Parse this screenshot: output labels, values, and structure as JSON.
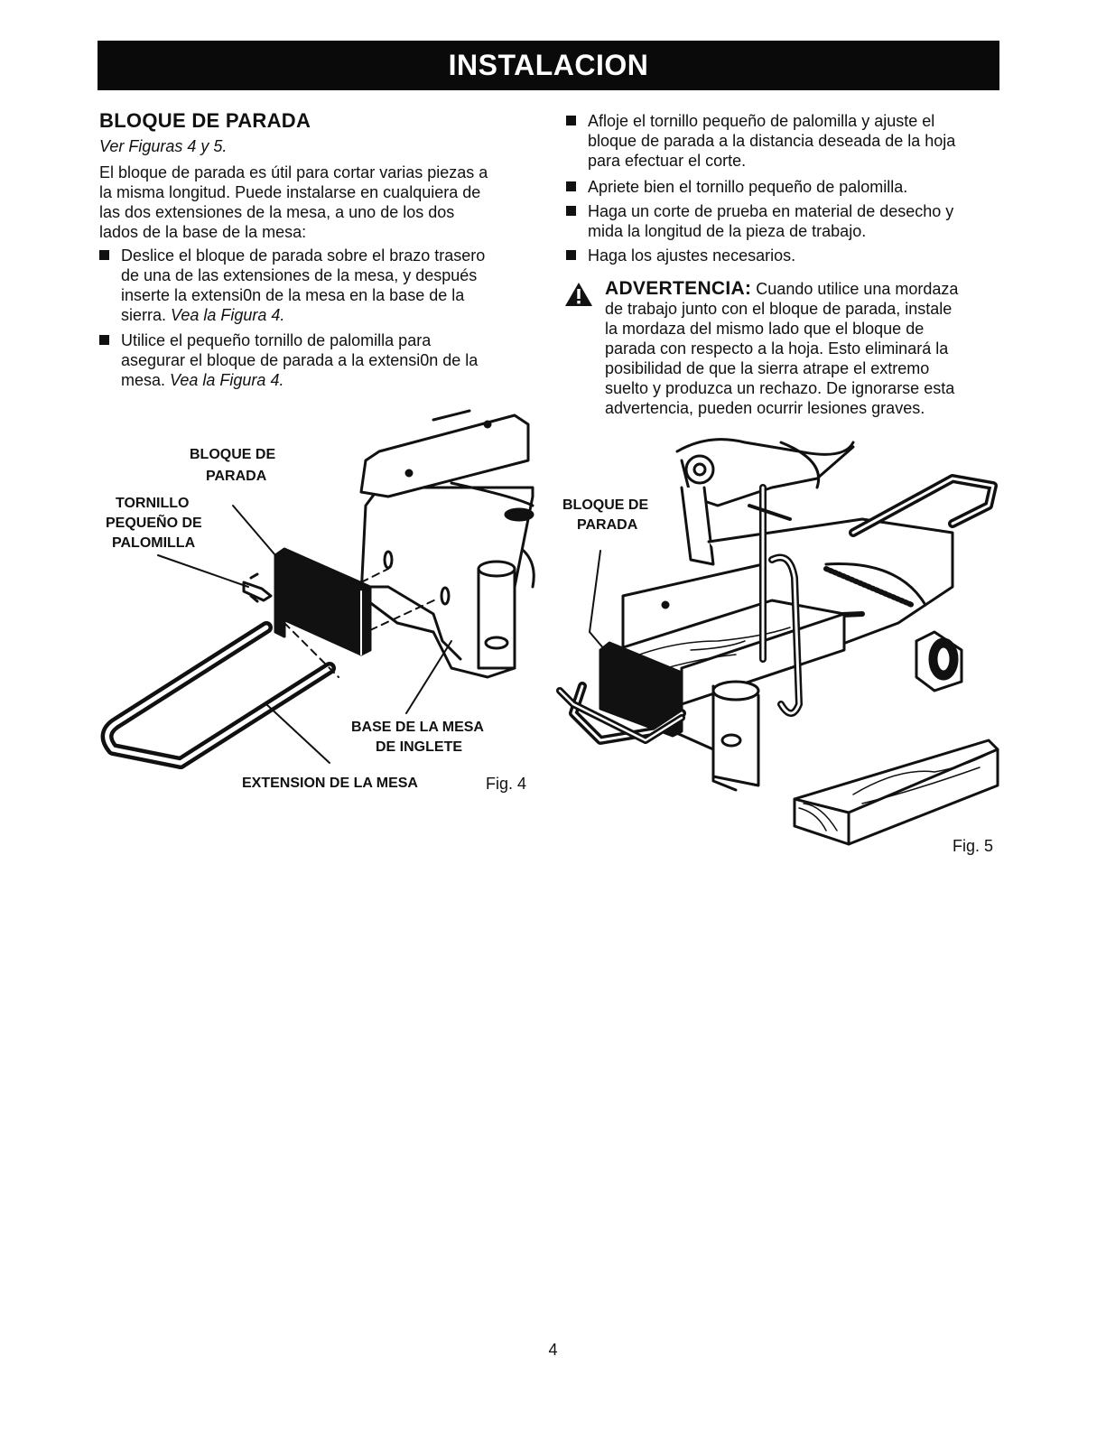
{
  "header": {
    "title": "INSTALACION"
  },
  "left": {
    "heading": "BLOQUE DE PARADA",
    "subheading": "Ver Figuras 4 y 5.",
    "intro": [
      "El bloque de parada es útil para cortar varias piezas a",
      "la misma longitud. Puede instalarse en cualquiera de",
      "las dos extensiones de la mesa, a uno de los dos",
      "lados de la base de la mesa:"
    ],
    "bullet1": [
      "Deslice el bloque de parada sobre el brazo trasero",
      "de una de las extensiones de la mesa, y después",
      "inserte la extensi0n de la mesa en la base de la"
    ],
    "bullet1_end": "sierra.",
    "bullet1_ref": "Vea la Figura 4.",
    "bullet2": [
      "Utilice el pequeño tornillo de palomilla para",
      "asegurar el bloque de parada a la extensi0n de la"
    ],
    "bullet2_end": "mesa.",
    "bullet2_ref": "Vea la Figura 4."
  },
  "right": {
    "bullet3": [
      "Afloje el tornillo pequeño de palomilla y ajuste el",
      "bloque de parada a la distancia deseada de la hoja",
      "para efectuar el corte."
    ],
    "bullet4": "Apriete bien el tornillo pequeño de palomilla.",
    "bullet5": [
      "Haga un corte de prueba en material de desecho y",
      "mida la longitud de la pieza de trabajo."
    ],
    "bullet6": "Haga los ajustes necesarios.",
    "warning_title": "ADVERTENCIA:",
    "warning_first": "Cuando utilice una mordaza",
    "warning_lines": [
      "de trabajo junto con el bloque de parada, instale",
      "la mordaza del mismo lado que el bloque de",
      "parada con respecto a la hoja. Esto eliminará la",
      "posibilidad de que la sierra atrape el extremo",
      "suelto y produzca un rechazo. De ignorarse esta",
      "advertencia, pueden ocurrir lesiones graves."
    ]
  },
  "fig4": {
    "label_stop_1": "BLOQUE DE",
    "label_stop_2": "PARADA",
    "label_screw_1": "TORNILLO",
    "label_screw_2": "PEQUEÑO DE",
    "label_screw_3": "PALOMILLA",
    "label_base_1": "BASE DE LA MESA",
    "label_base_2": "DE INGLETE",
    "label_ext": "EXTENSION DE LA MESA",
    "caption": "Fig. 4"
  },
  "fig5": {
    "label_stop_1": "BLOQUE DE",
    "label_stop_2": "PARADA",
    "caption": "Fig. 5"
  },
  "footer": {
    "page": "4"
  }
}
